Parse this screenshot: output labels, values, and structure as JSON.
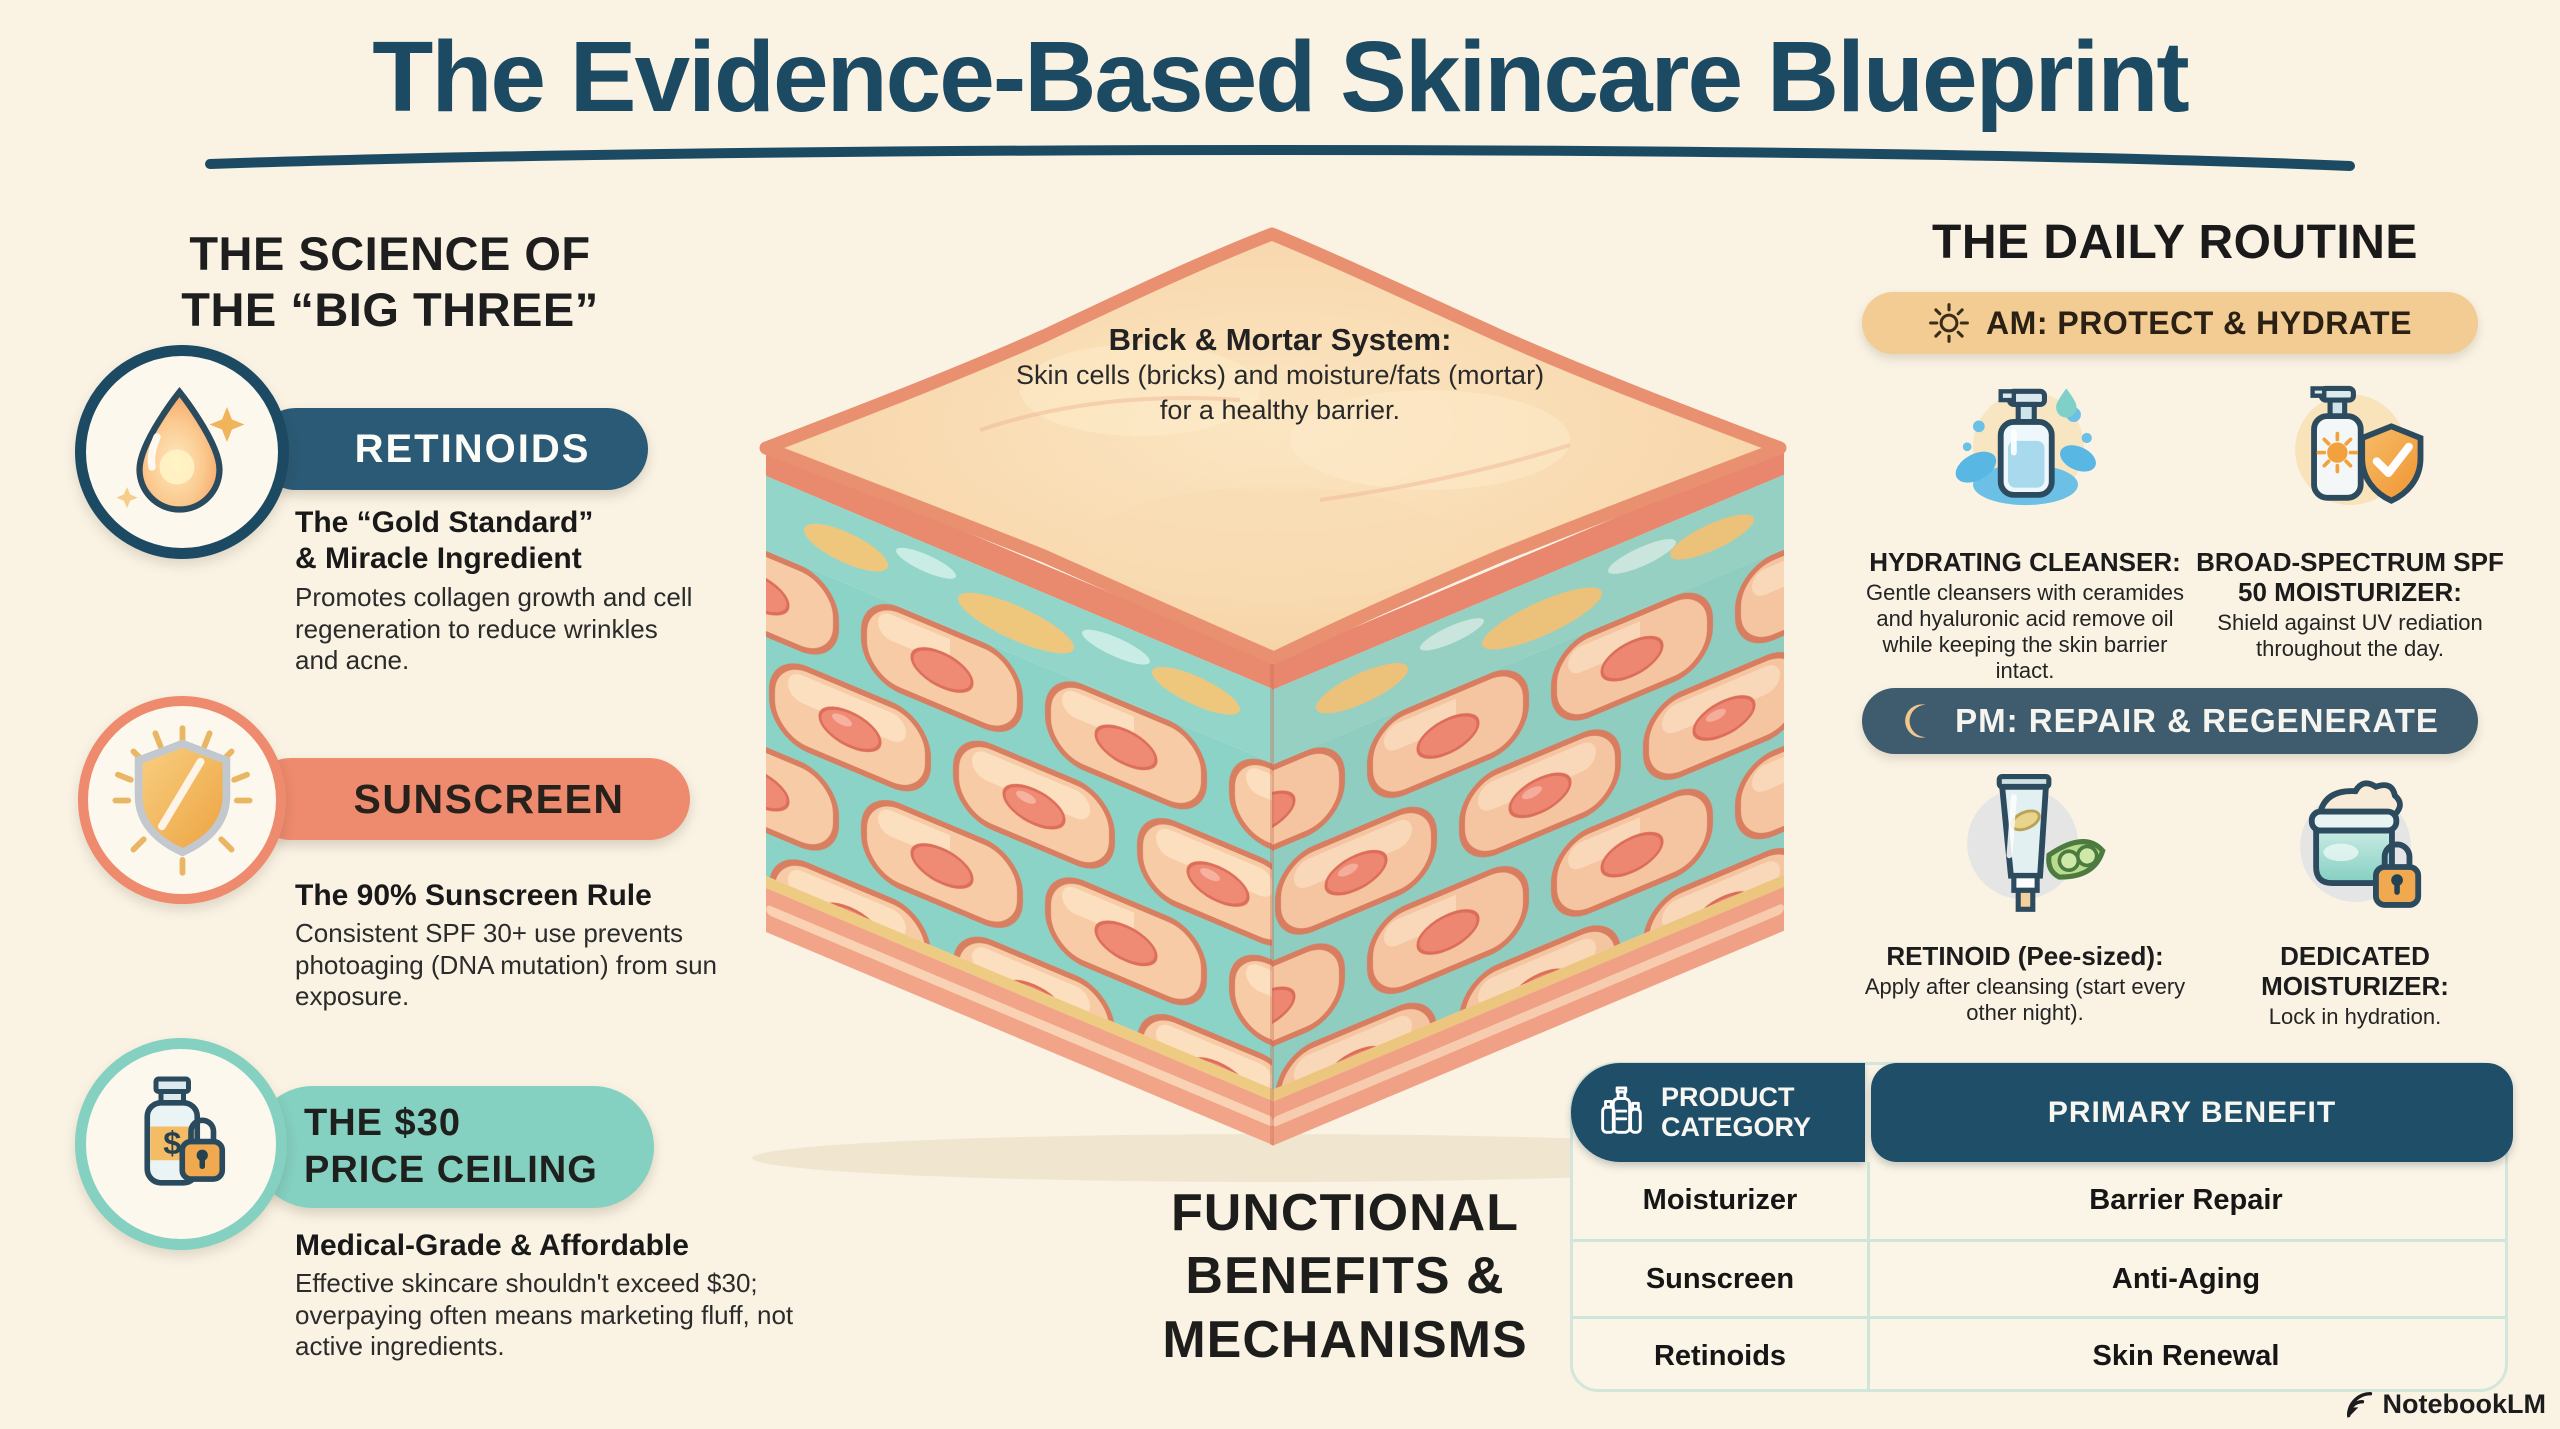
{
  "title": "The Evidence-Based Skincare Blueprint",
  "brand": "NotebookLM",
  "colors": {
    "background": "#faf3e4",
    "title_navy": "#1c4a63",
    "retinoid_blue": "#2a5a76",
    "sunscreen_coral": "#ee8a6d",
    "price_teal": "#84d0c1",
    "am_banner_tan": "#f2cc92",
    "pm_banner_slate": "#3e5c6d",
    "table_header_teal": "#1e4e68"
  },
  "left_panel": {
    "heading_line1": "THE SCIENCE OF",
    "heading_line2": "THE “BIG THREE”",
    "retinoids": {
      "pill_label": "RETINOIDS",
      "subtitle_line1": "The “Gold Standard”",
      "subtitle_line2": "& Miracle Ingredient",
      "body": "Promotes collagen growth and cell regeneration to reduce wrinkles and acne."
    },
    "sunscreen": {
      "pill_label": "SUNSCREEN",
      "subtitle": "The 90% Sunscreen Rule",
      "body": "Consistent SPF 30+ use prevents photoaging (DNA mutation) from sun exposure."
    },
    "price_ceiling": {
      "pill_line1": "THE $30",
      "pill_line2": "PRICE CEILING",
      "subtitle": "Medical-Grade & Affordable",
      "body": "Effective skincare shouldn't exceed $30; overpaying often means marketing fluff, not active ingredients."
    }
  },
  "center": {
    "callout_title": "Brick & Mortar System:",
    "callout_line1": "Skin cells (bricks) and moisture/fats (mortar)",
    "callout_line2": "for a healthy barrier.",
    "functional_line1": "FUNCTIONAL",
    "functional_line2": "BENEFITS &",
    "functional_line3": "MECHANISMS"
  },
  "right_panel": {
    "heading": "THE DAILY ROUTINE",
    "am_banner": "AM: PROTECT & HYDRATE",
    "pm_banner": "PM: REPAIR & REGENERATE",
    "am_items": [
      {
        "title": "HYDRATING CLEANSER:",
        "body": "Gentle cleansers with ceramides and hyaluronic acid remove oil while keeping the skin barrier intact."
      },
      {
        "title": "BROAD-SPECTRUM SPF 50 MOISTURIZER:",
        "body": "Shield against UV rediation throughout the day."
      }
    ],
    "pm_items": [
      {
        "title": "RETINOID (Pee-sized):",
        "body": "Apply after cleansing (start every other night)."
      },
      {
        "title": "DEDICATED MOISTURIZER:",
        "body": "Lock in hydration."
      }
    ]
  },
  "table": {
    "header_col1_line1": "PRODUCT",
    "header_col1_line2": "CATEGORY",
    "header_col2": "PRIMARY BENEFIT",
    "rows": [
      {
        "category": "Moisturizer",
        "benefit": "Barrier Repair"
      },
      {
        "category": "Sunscreen",
        "benefit": "Anti-Aging"
      },
      {
        "category": "Retinoids",
        "benefit": "Skin Renewal"
      }
    ]
  }
}
